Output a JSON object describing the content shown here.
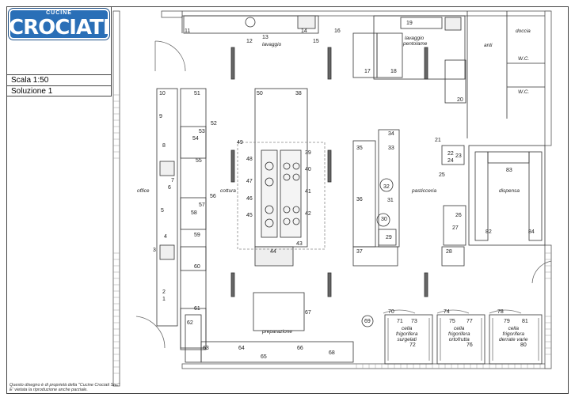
{
  "logo": {
    "brand_top": "CUCINE",
    "brand_main": "CROCIATI"
  },
  "scale_label": "Scala 1:50",
  "solution_label": "Soluzione 1",
  "rooms": {
    "lavaggio": "lavaggio",
    "lavaggio_pentolame_1": "lavaggio",
    "lavaggio_pentolame_2": "pentolame",
    "anti": "anti",
    "doccia": "doccia",
    "wc1": "W.C.",
    "wc2": "W.C.",
    "office": "office",
    "cottura": "cottura",
    "pasticceria": "pasticceria",
    "dispensa": "dispensa",
    "preparazione": "preparazione",
    "cella1": [
      "cella",
      "frigorifera",
      "surgelati"
    ],
    "cella2": [
      "cella",
      "frigorifera",
      "ortofrutta"
    ],
    "cella3": [
      "cella",
      "frigorifera",
      "derrate varie"
    ]
  },
  "numbers": [
    "1",
    "2",
    "3",
    "4",
    "5",
    "6",
    "7",
    "8",
    "9",
    "10",
    "11",
    "12",
    "13",
    "14",
    "15",
    "16",
    "17",
    "18",
    "19",
    "20",
    "21",
    "22",
    "23",
    "24",
    "25",
    "26",
    "27",
    "28",
    "29",
    "30",
    "31",
    "32",
    "33",
    "34",
    "35",
    "36",
    "37",
    "38",
    "39",
    "40",
    "41",
    "42",
    "43",
    "44",
    "45",
    "46",
    "47",
    "48",
    "49",
    "50",
    "51",
    "52",
    "53",
    "54",
    "55",
    "56",
    "57",
    "58",
    "59",
    "60",
    "61",
    "62",
    "63",
    "64",
    "65",
    "66",
    "67",
    "68",
    "69",
    "70",
    "71",
    "72",
    "73",
    "74",
    "75",
    "76",
    "77",
    "78",
    "79",
    "80",
    "81",
    "82",
    "83",
    "84"
  ],
  "footer": [
    "Questo disegno è di proprietà della \"Cucine Crociati Snc\"",
    "E' vietata la riproduzione anche parziale."
  ]
}
